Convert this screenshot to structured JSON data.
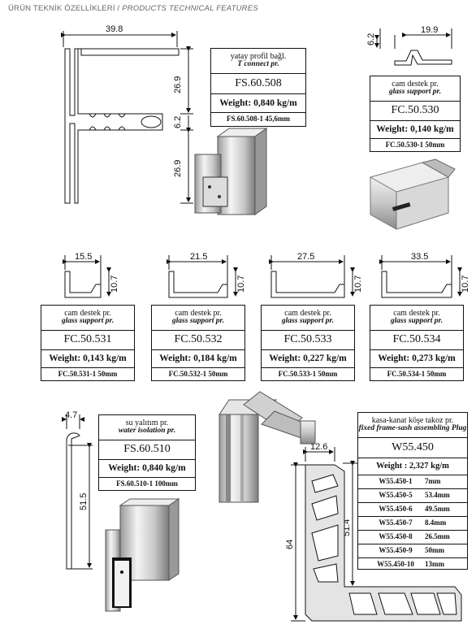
{
  "header": {
    "title_tr": "ÜRÜN TEKNİK ÖZELLİKLERİ",
    "sep": " / ",
    "title_en": "PRODUCTS TECHNICAL FEATURES"
  },
  "dims": {
    "fs60508_w": "39.8",
    "fs60508_h1": "26.9",
    "fs60508_h2": "6.2",
    "fs60508_h3": "26.9",
    "fc50530_h": "6.2",
    "fc50530_w": "19.9",
    "fc50531_w": "15.5",
    "fc50531_h": "10.7",
    "fc50532_w": "21.5",
    "fc50532_h": "10.7",
    "fc50533_w": "27.5",
    "fc50533_h": "10.7",
    "fc50534_w": "33.5",
    "fc50534_h": "10.7",
    "fs60510_w": "4.7",
    "fs60510_h": "51.5",
    "w55450_w": "12.6",
    "w55450_h1": "51.4",
    "w55450_h2": "64"
  },
  "fs60508": {
    "name_tr": "yatay profil bağl.",
    "name_en": "T connect pr.",
    "code": "FS.60.508",
    "weight": "Weight:  0,840 kg/m",
    "piece": "FS.60.508-1   45,6mm"
  },
  "fc50530": {
    "name_tr": "cam destek pr.",
    "name_en": "glass support pr.",
    "code": "FC.50.530",
    "weight": "Weight:  0,140 kg/m",
    "piece": "FC.50.530-1   50mm"
  },
  "fc50531": {
    "name_tr": "cam destek pr.",
    "name_en": "glass support pr.",
    "code": "FC.50.531",
    "weight": "Weight:  0,143 kg/m",
    "piece": "FC.50.531-1   50mm"
  },
  "fc50532": {
    "name_tr": "cam destek pr.",
    "name_en": "glass support pr.",
    "code": "FC.50.532",
    "weight": "Weight:  0,184 kg/m",
    "piece": "FC.50.532-1   50mm"
  },
  "fc50533": {
    "name_tr": "cam destek pr.",
    "name_en": "glass support pr.",
    "code": "FC.50.533",
    "weight": "Weight:  0,227 kg/m",
    "piece": "FC.50.533-1   50mm"
  },
  "fc50534": {
    "name_tr": "cam destek pr.",
    "name_en": "glass support pr.",
    "code": "FC.50.534",
    "weight": "Weight:  0,273 kg/m",
    "piece": "FC.50.534-1   50mm"
  },
  "fs60510": {
    "name_tr": "su yalıtım pr.",
    "name_en": "water isolation pr.",
    "code": "FS.60.510",
    "weight": "Weight:  0,840 kg/m",
    "piece": "FS.60.510-1   100mm"
  },
  "w55450": {
    "name_tr": "kasa-kanat köşe takoz pr.",
    "name_en": "fixed frame-sash assembling Plug",
    "code": "W55.450",
    "weight": "Weight :   2,327  kg/m",
    "items": [
      {
        "code": "W55.450-1",
        "len": "7mm"
      },
      {
        "code": "W55.450-5",
        "len": "53.4mm"
      },
      {
        "code": "W55.450-6",
        "len": "49.5mm"
      },
      {
        "code": "W55.450-7",
        "len": "8.4mm"
      },
      {
        "code": "W55.450-8",
        "len": "26.5mm"
      },
      {
        "code": "W55.450-9",
        "len": "50mm"
      },
      {
        "code": "W55.450-10",
        "len": "13mm"
      }
    ]
  }
}
